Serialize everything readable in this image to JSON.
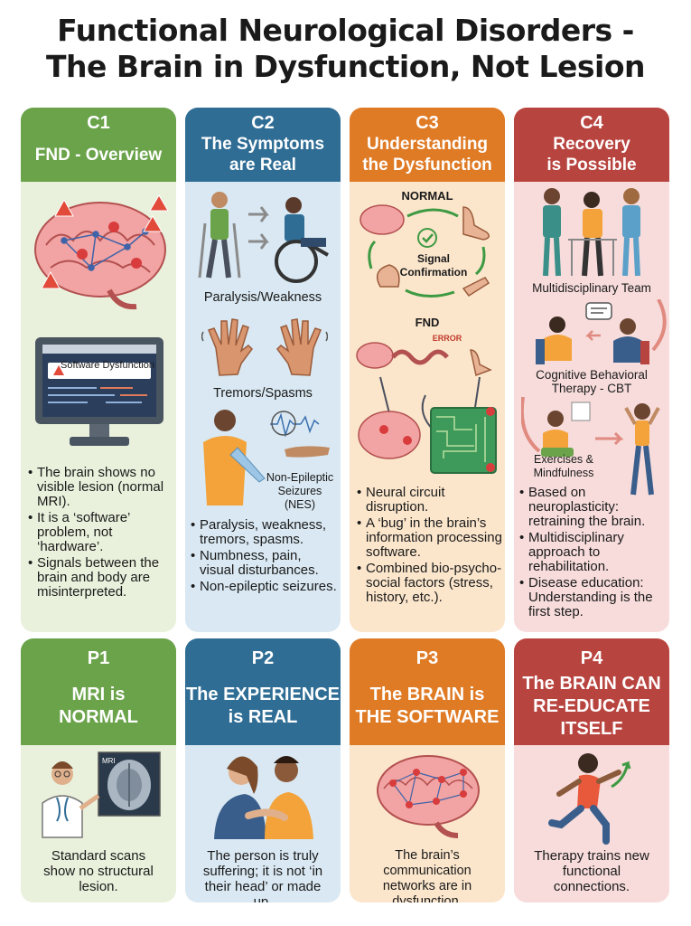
{
  "title": {
    "line1": "Functional Neurological Disorders -",
    "line2": "The Brain in Dysfunction, Not Lesion"
  },
  "columns": [
    {
      "code": "C1",
      "title_lines": [
        "FND - Overview"
      ],
      "screen_label": "Software Dysfunction",
      "bullets": [
        "The brain shows no visible lesion (normal MRI).",
        "It is a ‘software’ problem, not ‘hardware’.",
        "Signals between the brain and body are misinterpreted."
      ]
    },
    {
      "code": "C2",
      "title_lines": [
        "The Symptoms",
        "are Real"
      ],
      "labels": {
        "paralysis": "Paralysis/Weakness",
        "tremors": "Tremors/Spasms",
        "nes": "Non-Epileptic Seizures (NES)"
      },
      "bullets": [
        "Paralysis, weakness, tremors, spasms.",
        "Numbness, pain, visual disturbances.",
        "Non-epileptic seizures."
      ]
    },
    {
      "code": "C3",
      "title_lines": [
        "Understanding",
        "the Dysfunction"
      ],
      "labels": {
        "normal": "NORMAL",
        "signal": "Signal Confirmation",
        "fnd": "FND",
        "error": "ERROR"
      },
      "bullets": [
        "Neural circuit disruption.",
        "A ‘bug’ in the brain’s information processing software.",
        "Combined bio-psycho-social factors (stress, history, etc.)."
      ]
    },
    {
      "code": "C4",
      "title_lines": [
        "Recovery",
        "is Possible"
      ],
      "labels": {
        "team": "Multidisciplinary Team",
        "cbt": "Cognitive Behavioral Therapy - CBT",
        "exercise": "Exercises & Mindfulness"
      },
      "bullets": [
        "Based on neuroplasticity: retraining the brain.",
        "Multidisciplinary approach to rehabilitation.",
        "Disease education: Understanding is the first step."
      ]
    }
  ],
  "principles": [
    {
      "code": "P1",
      "title_lines": [
        "MRI is",
        "NORMAL"
      ],
      "image_label": "MRI",
      "text": "Standard scans show no structural lesion."
    },
    {
      "code": "P2",
      "title_lines": [
        "The EXPERIENCE",
        "is REAL"
      ],
      "text": "The person is truly suffering; it is not ‘in their head’ or made up."
    },
    {
      "code": "P3",
      "title_lines": [
        "The BRAIN is",
        "THE SOFTWARE"
      ],
      "text": "The brain’s communication networks are in dysfunction."
    },
    {
      "code": "P4",
      "title_lines": [
        "The BRAIN CAN",
        "RE-EDUCATE",
        "ITSELF"
      ],
      "text": "Therapy trains new functional connections."
    }
  ],
  "colors": {
    "green": "#6aa34a",
    "blue": "#2f6d95",
    "orange": "#df7a25",
    "red": "#b8443f"
  },
  "icons": [
    "brain-warning-icon",
    "monitor-icon",
    "patient-wheelchair-icon",
    "hands-icon",
    "arm-pain-icon",
    "brain-loop-icon",
    "circuit-board-icon",
    "therapy-team-icon",
    "cbt-session-icon",
    "exercise-icon",
    "doctor-mri-icon",
    "comfort-people-icon",
    "brain-network-icon",
    "running-person-icon"
  ]
}
